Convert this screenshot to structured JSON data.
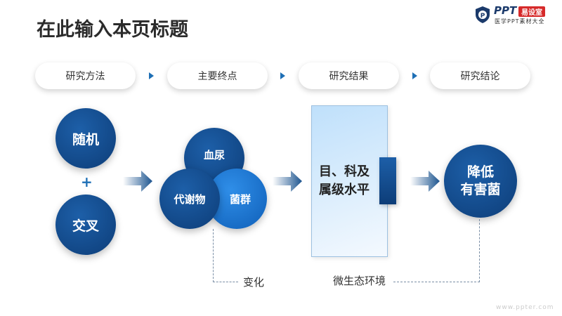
{
  "title": "在此输入本页标题",
  "logo": {
    "brand": "PPT",
    "badge": "易设室",
    "subtitle": "医学PPT素材大全"
  },
  "steps": [
    "研究方法",
    "主要终点",
    "研究结果",
    "研究结论"
  ],
  "methods": {
    "top": "随机",
    "plus": "+",
    "bottom": "交叉"
  },
  "endpoints": {
    "a": "血尿",
    "b": "代谢物",
    "c": "菌群"
  },
  "result": {
    "line1": "目、科及",
    "line2": "属级水平"
  },
  "conclusion": {
    "line1": "降低",
    "line2": "有害菌"
  },
  "notes": {
    "change": "变化",
    "micro": "微生态环境"
  },
  "watermark": "www.ppter.com",
  "colors": {
    "dark": "#0d3d78",
    "light": "#1e7fd8",
    "accent": "#1e6fb5"
  }
}
